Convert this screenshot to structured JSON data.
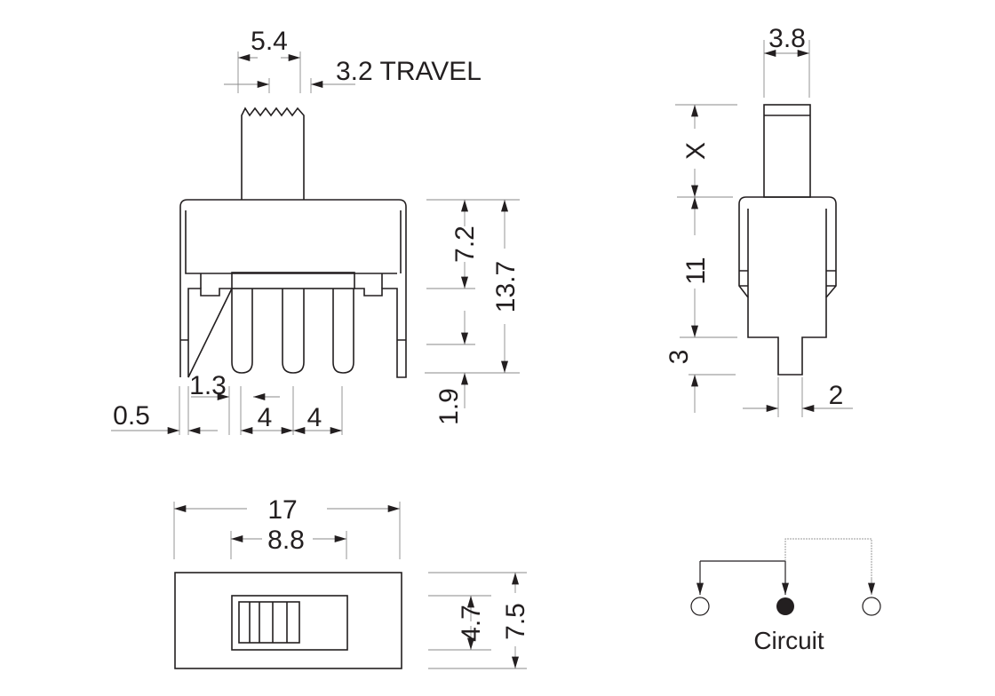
{
  "front_view": {
    "actuator_width": "5.4",
    "travel": "3.2 TRAVEL",
    "body_height": "7.2",
    "total_height": "13.7",
    "pin_extension": "1.9",
    "leg_thickness": "0.5",
    "leg_to_pin": "1.3",
    "pin_pitch_1": "4",
    "pin_pitch_2": "4"
  },
  "side_view": {
    "actuator_width": "3.8",
    "actuator_height": "X",
    "body_height": "11",
    "pin_length": "3",
    "pin_width": "2"
  },
  "top_view": {
    "length": "17",
    "slot_length": "8.8",
    "slot_width": "4.7",
    "width": "7.5"
  },
  "circuit": {
    "label": "Circuit"
  },
  "colors": {
    "line": "#231f20",
    "dim": "#8a8a8a"
  }
}
